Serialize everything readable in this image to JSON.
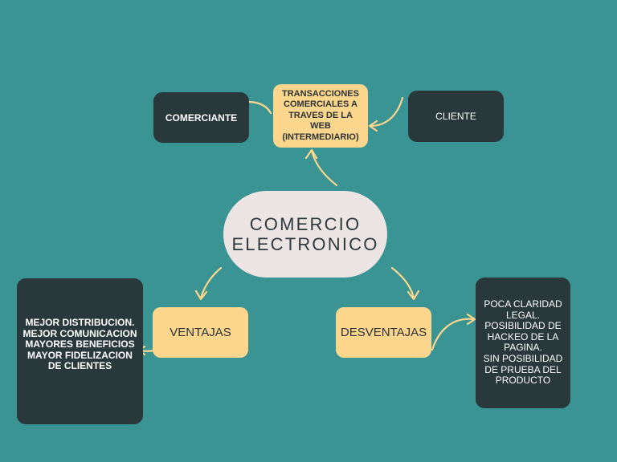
{
  "diagram": {
    "central": "COMERCIO\nELECTRONICO",
    "transacciones": "TRANSACCIONES\nCOMERCIALES A\nTRAVES DE LA\nWEB\n(INTERMEDIARIO)",
    "comerciante": "COMERCIANTE",
    "cliente": "CLIENTE",
    "ventajas": "VENTAJAS",
    "desventajas": "DESVENTAJAS",
    "ventajas_list": "MEJOR DISTRIBUCION.\nMEJOR COMUNICACION\nMAYORES BENEFICIOS\nMAYOR FIDELIZACION\nDE CLIENTES",
    "desventajas_list": "POCA CLARIDAD\nLEGAL.\nPOSIBILIDAD DE\nHACKEO DE LA\nPAGINA.\nSIN POSIBILIDAD\nDE PRUEBA DEL\nPRODUCTO"
  },
  "colors": {
    "background": "#3a9494",
    "dark_node": "#29383b",
    "yellow_node": "#fdd68d",
    "central_node": "#ede4e4"
  }
}
